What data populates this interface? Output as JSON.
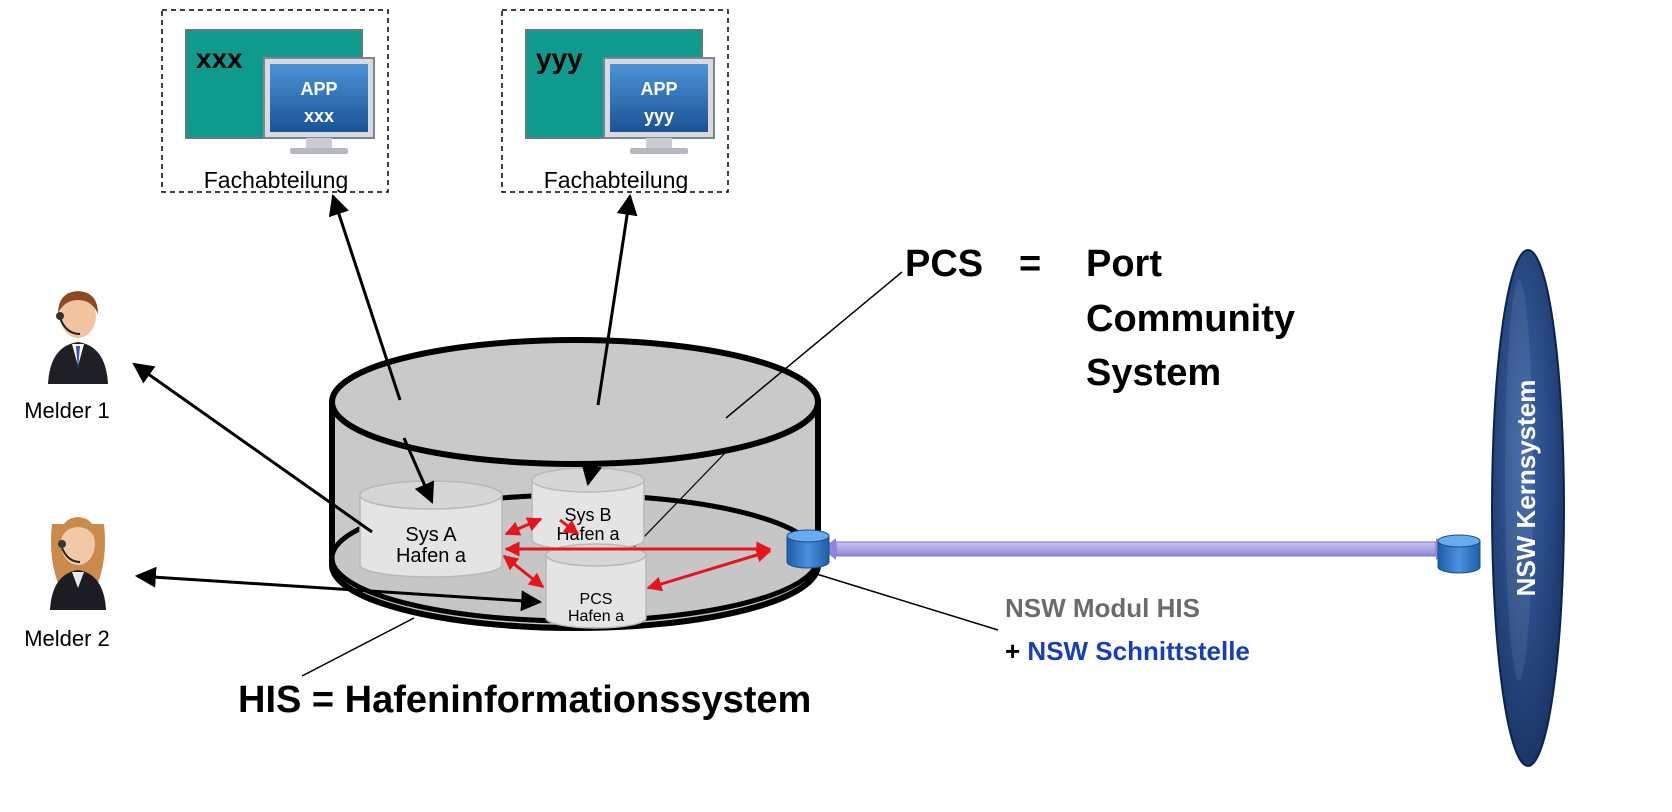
{
  "departments": [
    {
      "screen_label": "xxx",
      "app_title": "APP",
      "app_sub": "xxx",
      "caption": "Fachabteilung"
    },
    {
      "screen_label": "yyy",
      "app_title": "APP",
      "app_sub": "yyy",
      "caption": "Fachabteilung"
    }
  ],
  "pcs": {
    "abbr": "PCS",
    "eq": "=",
    "lines": [
      "Port",
      "Community",
      "System"
    ]
  },
  "melder": [
    {
      "label": "Melder 1"
    },
    {
      "label": "Melder 2"
    }
  ],
  "systems": {
    "sys_a": [
      "Sys A",
      "Hafen a"
    ],
    "sys_b": [
      "Sys B",
      "Hafen a"
    ],
    "pcs_db": [
      "PCS",
      "Hafen a"
    ]
  },
  "his_label": "HIS = Hafeninformationssystem",
  "nsw_modul": "NSW Modul HIS",
  "nsw_plus": "+ ",
  "nsw_schnittstelle": "NSW Schnittstelle",
  "nsw_kern": "NSW Kernsystem",
  "colors": {
    "screen_teal": "#0e9a8c",
    "app_blue": "#1a5fa6",
    "red_arrow": "#e8141b",
    "connector": "#9a93dc",
    "core_blue": "#1d3e75",
    "schnittstelle_blue": "#1740b8",
    "gray_text": "#6b6b6b"
  }
}
